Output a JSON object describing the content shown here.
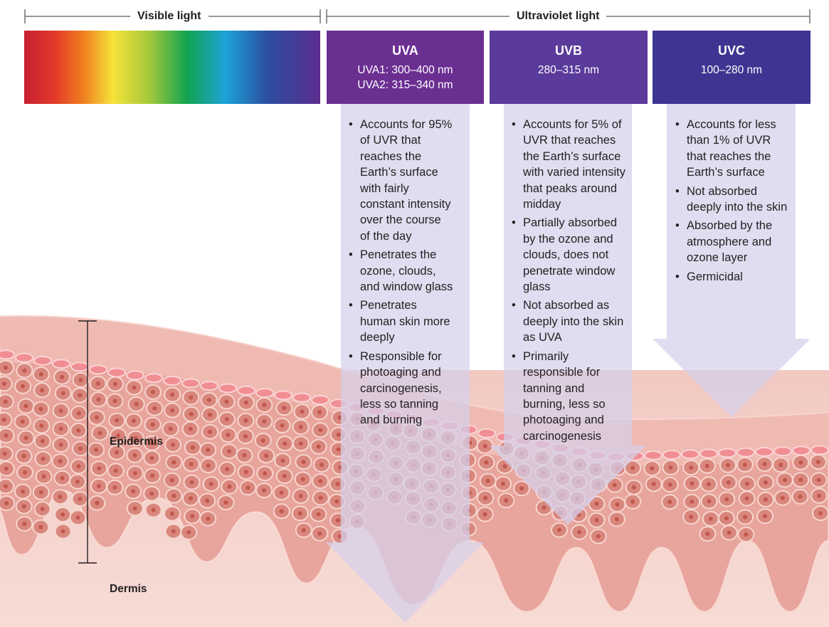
{
  "header": {
    "visible_label": "Visible light",
    "ultraviolet_label": "Ultraviolet light"
  },
  "bands": [
    {
      "name": "UVA",
      "ranges": [
        "UVA1: 300–400 nm",
        "UVA2: 315–340 nm"
      ],
      "color": "#6b2f92",
      "bullets": [
        "Accounts for 95% of UVR that reaches the Earth’s surface with fairly constant intensity over the course of the day",
        "Penetrates the ozone, clouds, and window glass",
        "Penetrates human skin more deeply",
        "Responsible for photoaging and carcinogenesis, less so tanning and burning"
      ]
    },
    {
      "name": "UVB",
      "ranges": [
        "280–315 nm"
      ],
      "color": "#5a3a9a",
      "bullets": [
        "Accounts for 5% of UVR that reaches the Earth’s surface with varied intensity that peaks around midday",
        "Partially absorbed by the ozone and clouds, does not penetrate window glass",
        "Not absorbed as deeply into the skin as UVA",
        "Primarily responsible for tanning and burning, less so photoaging and carcinogenesis"
      ]
    },
    {
      "name": "UVC",
      "ranges": [
        "100–280 nm"
      ],
      "color": "#3d3591",
      "bullets": [
        "Accounts for less than 1% of UVR that reaches the Earth’s surface",
        "Not absorbed deeply into the skin",
        "Absorbed by the atmosphere and ozone layer",
        "Germicidal"
      ]
    }
  ],
  "skin": {
    "epidermis_label": "Epidermis",
    "dermis_label": "Dermis"
  },
  "colors": {
    "arrow_fill": "#d4d0ea",
    "skin_base": "#eab4ae",
    "cell_fill": "#d9877d",
    "cell_edge": "#f6d6cf"
  }
}
